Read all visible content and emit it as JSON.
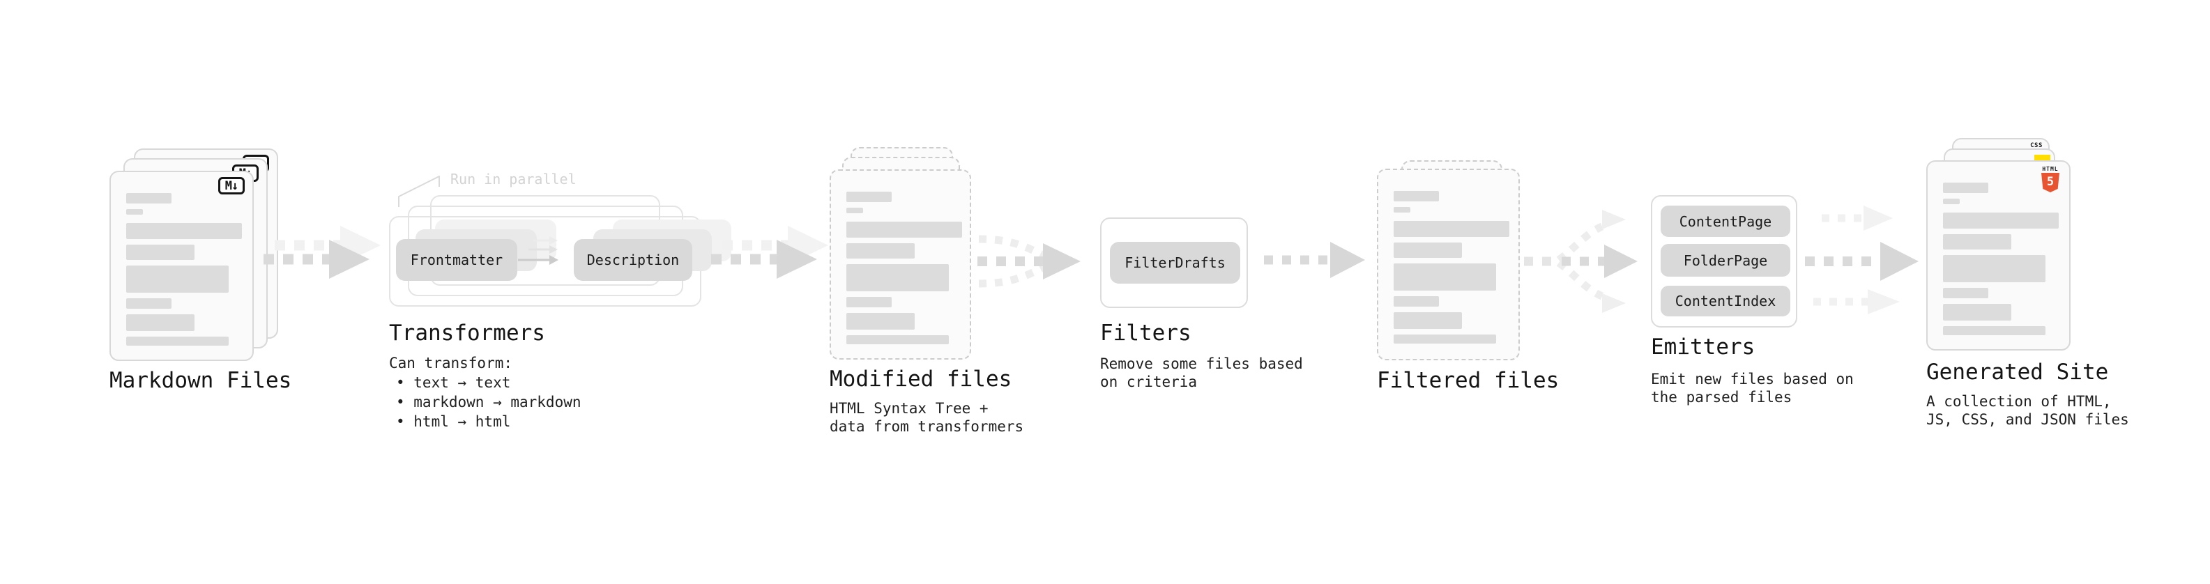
{
  "nodes": {
    "markdown_files": {
      "label": "Markdown Files",
      "badge": "M↓"
    },
    "transformers": {
      "label": "Transformers",
      "callout": "Run in parallel",
      "pills": [
        "Frontmatter",
        "Description"
      ],
      "desc": [
        "Can transform:",
        "• text → text",
        "• markdown → markdown",
        "• html → html"
      ]
    },
    "modified_files": {
      "label": "Modified files",
      "desc": [
        "HTML Syntax Tree +",
        "data from transformers"
      ]
    },
    "filters": {
      "label": "Filters",
      "pills": [
        "FilterDrafts"
      ],
      "desc": [
        "Remove some files based",
        "on criteria"
      ]
    },
    "filtered_files": {
      "label": "Filtered files"
    },
    "emitters": {
      "label": "Emitters",
      "pills": [
        "ContentPage",
        "FolderPage",
        "ContentIndex"
      ],
      "desc": [
        "Emit new files based on",
        "the parsed files"
      ]
    },
    "generated_site": {
      "label": "Generated Site",
      "badges": {
        "css": "CSS",
        "html_top": "HTML",
        "html_shield": "5"
      },
      "desc": [
        "A collection of HTML,",
        "JS, CSS, and JSON files"
      ]
    }
  },
  "colors": {
    "text": "#1a1a1a",
    "pill_gray": "#d9d9d9",
    "arrow_gray": "#d9d9d9",
    "card_border": "#d8d8d8",
    "html5_orange": "#e8542f",
    "js_yellow": "#ffdd00",
    "css_blue": "#2965f1"
  }
}
